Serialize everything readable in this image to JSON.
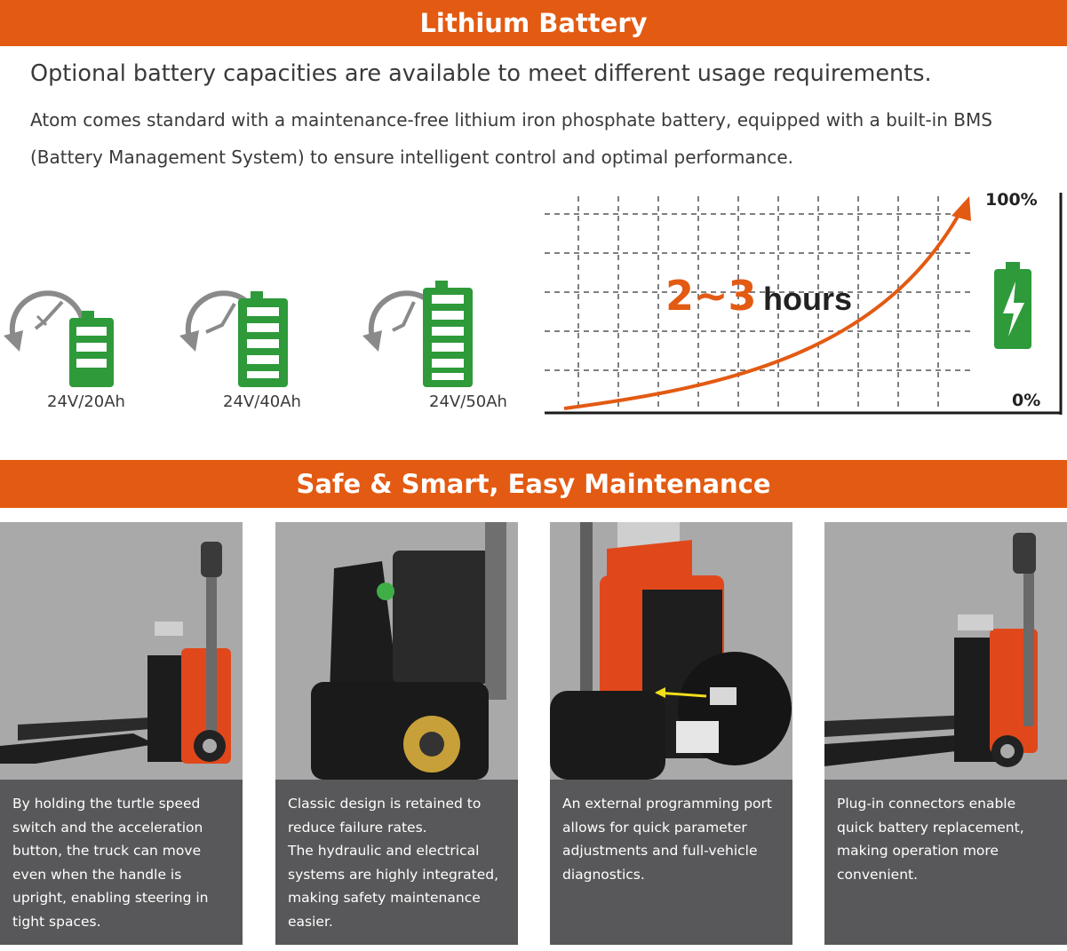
{
  "battery_section": {
    "title": "Lithium Battery",
    "heading": "Optional battery capacities are available to meet different usage requirements.",
    "description": "Atom comes standard with a maintenance-free lithium iron phosphate battery, equipped with a built-in BMS (Battery Management System) to ensure intelligent control and optimal performance.",
    "capacities": [
      {
        "label": "24V/20Ah",
        "icon": "clock-battery-icon"
      },
      {
        "label": "24V/40Ah",
        "icon": "clock-battery-icon"
      },
      {
        "label": "24V/50Ah",
        "icon": "clock-battery-icon"
      }
    ],
    "charge_graphic": {
      "time_range": "2~3",
      "unit": "hours",
      "top_label": "100%",
      "bottom_label": "0%",
      "icon": "charging-battery-icon"
    }
  },
  "maintenance_section": {
    "title": "Safe & Smart, Easy Maintenance",
    "cards": [
      {
        "image": "pallet-truck-side-photo",
        "text": [
          "By holding the turtle speed switch and the acceleration button, the truck can move even when the handle is upright, enabling steering in tight spaces."
        ]
      },
      {
        "image": "drive-unit-internals-photo",
        "text": [
          "Classic design is retained to reduce failure rates.",
          "The hydraulic and electrical systems are highly integrated, making safety maintenance easier."
        ]
      },
      {
        "image": "programming-port-closeup-photo",
        "text": [
          "An external programming port allows for quick parameter adjustments and full-vehicle diagnostics."
        ]
      },
      {
        "image": "battery-connector-photo",
        "text": [
          "Plug-in connectors enable quick battery replacement, making operation more convenient."
        ]
      }
    ]
  },
  "colors": {
    "accent": "#e35a12",
    "battery_green": "#2e9a3a",
    "caption_bg": "#58585a",
    "photo_bg": "#a9a9aa"
  }
}
